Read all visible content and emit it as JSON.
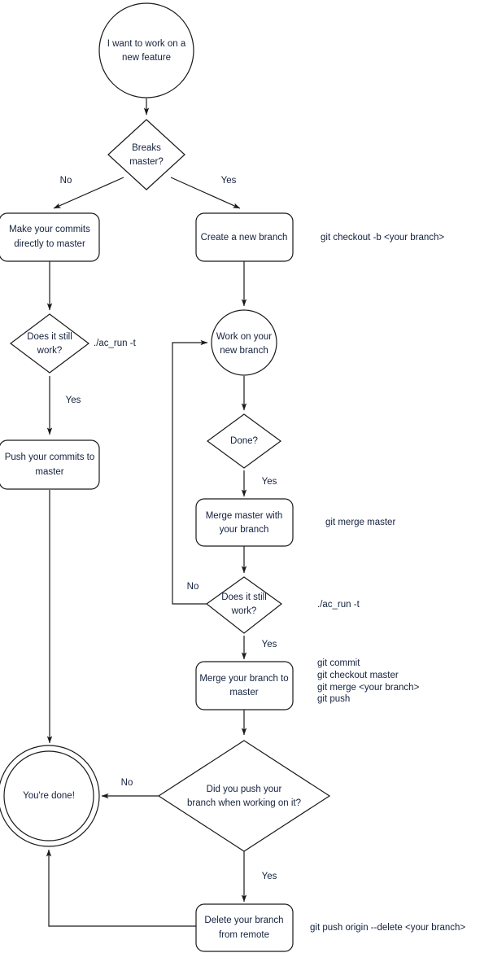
{
  "diagram": {
    "title": "Git feature branch workflow flowchart",
    "type": "flowchart",
    "background_color": "#ffffff",
    "stroke_color": "#1a1a1a",
    "text_color": "#14213d"
  },
  "nodes": {
    "start": {
      "label_line1": "I want to work on a",
      "label_line2": "new feature",
      "shape": "circle"
    },
    "breaks_master": {
      "label_line1": "Breaks",
      "label_line2": "master?",
      "shape": "diamond"
    },
    "commits_direct": {
      "label_line1": "Make your commits",
      "label_line2": "directly to master",
      "shape": "rounded-rect"
    },
    "create_branch": {
      "label_line1": "Create a new branch",
      "label_line2": "",
      "shape": "rounded-rect"
    },
    "does_it_work_left": {
      "label_line1": "Does it still",
      "label_line2": "work?",
      "shape": "diamond"
    },
    "push_commits": {
      "label_line1": "Push your commits to",
      "label_line2": "master",
      "shape": "rounded-rect"
    },
    "work_branch": {
      "label_line1": "Work on your",
      "label_line2": "new branch",
      "shape": "circle"
    },
    "done_q": {
      "label_line1": "Done?",
      "label_line2": "",
      "shape": "diamond"
    },
    "merge_master": {
      "label_line1": "Merge master with",
      "label_line2": "your branch",
      "shape": "rounded-rect"
    },
    "does_it_work_right": {
      "label_line1": "Does it still",
      "label_line2": "work?",
      "shape": "diamond"
    },
    "merge_branch": {
      "label_line1": "Merge your branch to",
      "label_line2": "master",
      "shape": "rounded-rect"
    },
    "did_you_push": {
      "label_line1": "Did you push your",
      "label_line2": "branch when working on it?",
      "shape": "diamond"
    },
    "youre_done": {
      "label_line1": "You're done!",
      "label_line2": "",
      "shape": "double-circle"
    },
    "delete_branch": {
      "label_line1": "Delete your branch",
      "label_line2": "from remote",
      "shape": "rounded-rect"
    }
  },
  "edge_labels": {
    "breaks_no": "No",
    "breaks_yes": "Yes",
    "left_work_yes": "Yes",
    "done_yes": "Yes",
    "right_work_no": "No",
    "right_work_yes": "Yes",
    "push_no": "No",
    "push_yes": "Yes"
  },
  "annotations": {
    "checkout_b": "git checkout -b <your branch>",
    "ac_run_left": "./ac_run -t",
    "merge_master_cmd": "git merge master",
    "ac_run_right": "./ac_run -t",
    "merge_block_l1": "git commit",
    "merge_block_l2": "git checkout master",
    "merge_block_l3": "git merge <your branch>",
    "merge_block_l4": "git push",
    "delete_remote_cmd": "git push origin --delete <your branch>"
  }
}
